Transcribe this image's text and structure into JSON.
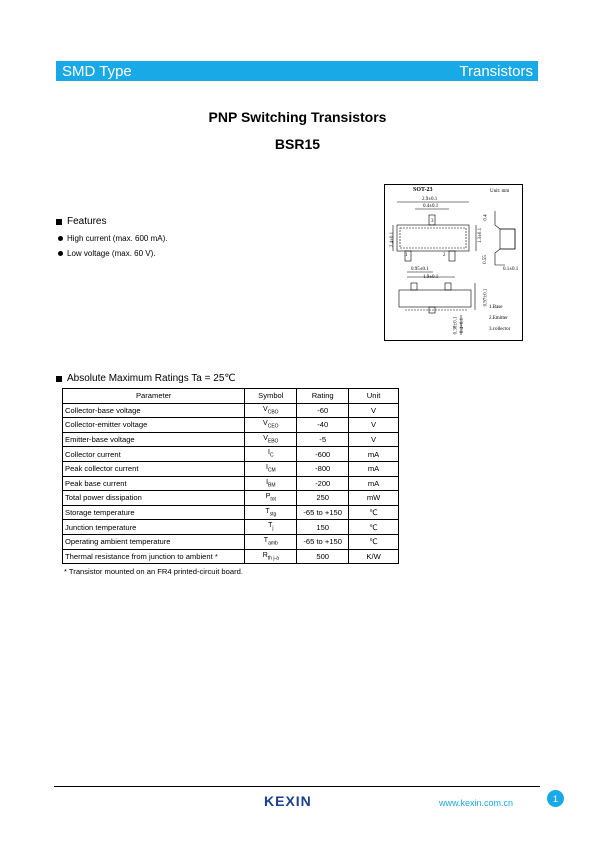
{
  "header": {
    "left": "SMD Type",
    "right": "Transistors"
  },
  "title": "PNP Switching Transistors",
  "part": "BSR15",
  "package": {
    "name": "SOT-23",
    "unit": "Unit: mm",
    "dims": {
      "top_width": "2.9±0.1",
      "top_inner": "0.4±0.1",
      "height_left": "2.4±0.1",
      "body_h": "1.3±0.1",
      "pad_w": "0.95±0.1",
      "pitch": "1.9±0.1",
      "side_a": "0.4",
      "side_b": "0.55",
      "side_c": "0.1±0.1",
      "bot_a": "0.97±0.1",
      "bot_b": "0.38±0.1",
      "bot_c": "0.4+0.1"
    },
    "pins": [
      "1.Base",
      "2.Emitter",
      "3.collector"
    ],
    "pin_numbers": [
      "1",
      "2",
      "3"
    ]
  },
  "features": {
    "heading": "Features",
    "items": [
      "High current (max. 600 mA).",
      "Low voltage (max. 60 V)."
    ]
  },
  "ratings": {
    "heading": "Absolute Maximum Ratings Ta = 25℃",
    "columns": [
      "Parameter",
      "Symbol",
      "Rating",
      "Unit"
    ],
    "rows": [
      {
        "param": "Collector-base voltage",
        "sym": "V",
        "sub": "CBO",
        "rating": "-60",
        "unit": "V"
      },
      {
        "param": "Collector-emitter voltage",
        "sym": "V",
        "sub": "CEO",
        "rating": "-40",
        "unit": "V"
      },
      {
        "param": "Emitter-base voltage",
        "sym": "V",
        "sub": "EBO",
        "rating": "-5",
        "unit": "V"
      },
      {
        "param": "Collector current",
        "sym": "I",
        "sub": "C",
        "rating": "-600",
        "unit": "mA"
      },
      {
        "param": "Peak collector current",
        "sym": "I",
        "sub": "CM",
        "rating": "-800",
        "unit": "mA"
      },
      {
        "param": "Peak base current",
        "sym": "I",
        "sub": "BM",
        "rating": "-200",
        "unit": "mA"
      },
      {
        "param": "Total power dissipation",
        "sym": "P",
        "sub": "tot",
        "rating": "250",
        "unit": "mW"
      },
      {
        "param": "Storage temperature",
        "sym": "T",
        "sub": "stg",
        "rating": "-65 to +150",
        "unit": "℃"
      },
      {
        "param": "Junction temperature",
        "sym": "T",
        "sub": "j",
        "rating": "150",
        "unit": "℃"
      },
      {
        "param": "Operating ambient temperature",
        "sym": "T",
        "sub": "amb",
        "rating": "-65 to +150",
        "unit": "℃"
      },
      {
        "param": "Thermal resistance from junction to ambient  *",
        "sym": "R",
        "sub": "th j-a",
        "rating": "500",
        "unit": "K/W"
      }
    ],
    "note": "* Transistor mounted on an FR4 printed-circuit board."
  },
  "footer": {
    "logo": "KEXIN",
    "website": "www.kexin.com.cn",
    "page": "1"
  },
  "colors": {
    "accent": "#19a9e6",
    "logo": "#1a3f8f"
  }
}
